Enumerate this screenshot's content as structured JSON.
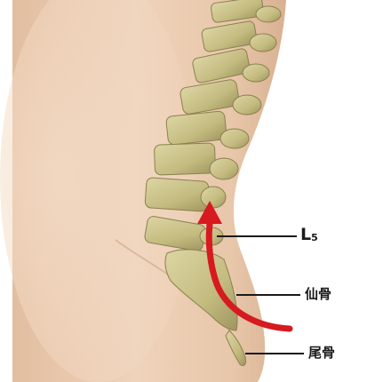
{
  "labels": {
    "l5_main": "L",
    "l5_sub": "5",
    "sacrum": "仙骨",
    "coccyx": "尾骨"
  },
  "colors": {
    "arrow": "#d61a1f",
    "leader_line": "#1a1a1a",
    "background": "#ffffff",
    "skin": "#e9c9ad",
    "bone": "#cbc28a"
  }
}
